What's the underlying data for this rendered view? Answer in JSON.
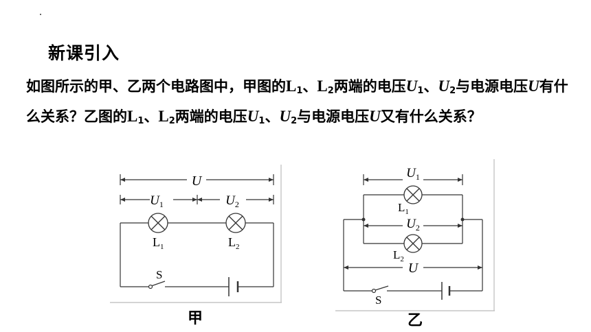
{
  "slide": {
    "title": "新课引入",
    "question": {
      "t1": "如图所示的甲、乙两个电路图中，甲图的",
      "l": "L",
      "s1": "1",
      "sep": "、",
      "s2": "2",
      "t2": "两端的电压",
      "u": "U",
      "t3": "与电源电压",
      "t4": "有什么关系？乙图的",
      "t5": "又有什么关系？"
    }
  },
  "diagram_a": {
    "label_u": "U",
    "label_u1": "U",
    "label_u1_sub": "1",
    "label_u2": "U",
    "label_u2_sub": "2",
    "label_l1": "L",
    "label_l1_sub": "1",
    "label_l2": "L",
    "label_l2_sub": "2",
    "label_s": "S",
    "caption": "甲"
  },
  "diagram_b": {
    "label_u": "U",
    "label_u1": "U",
    "label_u1_sub": "1",
    "label_u2": "U",
    "label_u2_sub": "2",
    "label_l1": "L",
    "label_l1_sub": "1",
    "label_l2": "L",
    "label_l2_sub": "2",
    "label_s": "S",
    "caption": "乙"
  }
}
